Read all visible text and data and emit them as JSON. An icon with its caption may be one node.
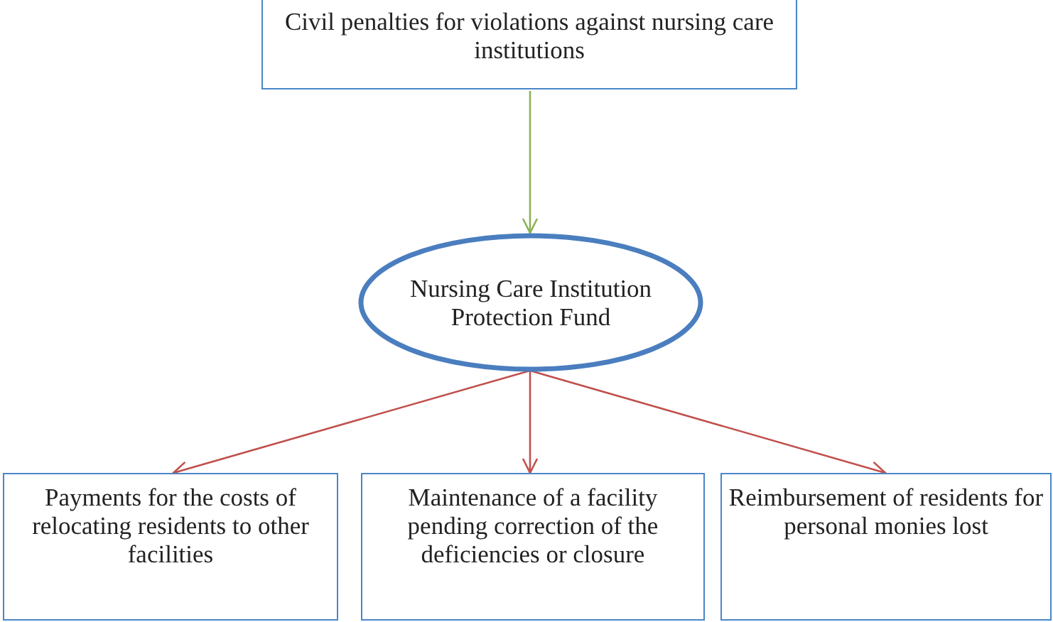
{
  "diagram": {
    "nodes": [
      {
        "text": [
          "Civil penalties for violations against nursing care institutions"
        ]
      },
      {
        "text": [
          "Nursing Care Institution Protection Fund"
        ]
      },
      {
        "text": [
          "Payments for the costs of relocating residents to other facilities"
        ]
      },
      {
        "text": [
          "Maintenance of a facility pending correction of the deficiencies or closure"
        ]
      },
      {
        "text": [
          "Reimbursement of residents for personal monies lost"
        ]
      }
    ],
    "edges": [
      {
        "from": 0,
        "to": 1,
        "arrow": "to",
        "color": "#8db255"
      },
      {
        "from": 1,
        "to": 2,
        "arrow": "to"
      },
      {
        "from": 1,
        "to": 3,
        "arrow": "to"
      },
      {
        "from": 1,
        "to": 4,
        "arrow": "to"
      }
    ]
  }
}
